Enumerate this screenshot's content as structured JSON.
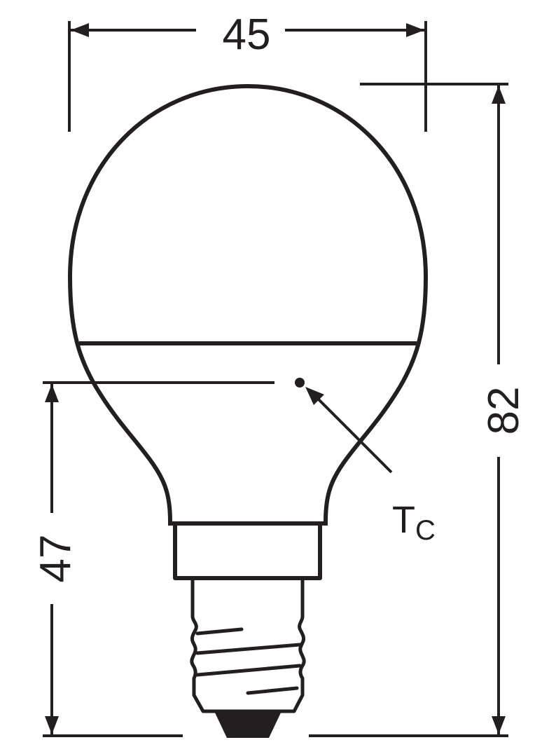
{
  "diagram": {
    "type": "technical-dimension-drawing",
    "subject": "light bulb outline",
    "line_color": "#231f20",
    "background": "#ffffff",
    "dimensions": {
      "width": {
        "value": "45",
        "orientation": "horizontal",
        "position": "top"
      },
      "total_height": {
        "value": "82",
        "orientation": "vertical",
        "position": "right"
      },
      "tc_height": {
        "value": "47",
        "orientation": "vertical",
        "position": "left"
      }
    },
    "annotations": {
      "tc_label_main": "T",
      "tc_label_sub": "C"
    }
  }
}
